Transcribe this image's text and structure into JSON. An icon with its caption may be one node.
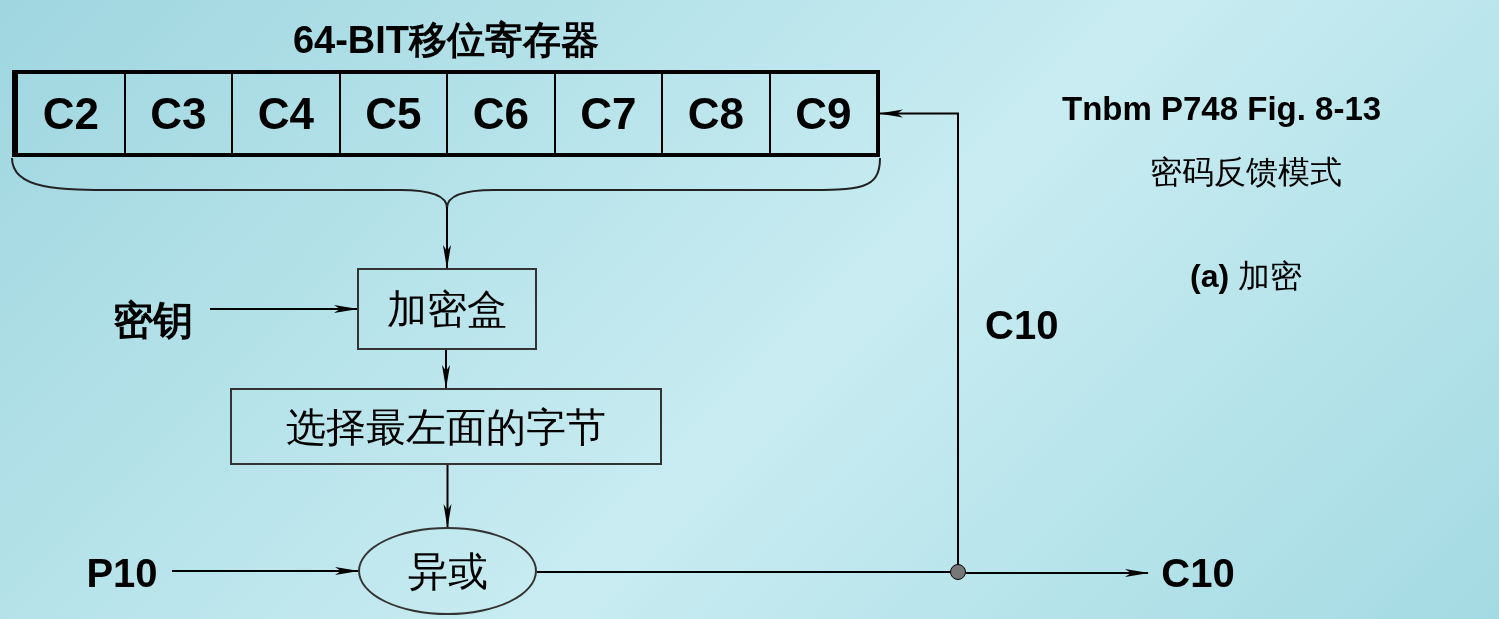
{
  "diagram": {
    "nodes": [
      {
        "text": [
          "64-BIT移位寄存器"
        ]
      },
      {
        "text": [
          "C2"
        ],
        "in": 0
      },
      {
        "text": [
          "C3"
        ],
        "in": 0
      },
      {
        "text": [
          "C4"
        ],
        "in": 0
      },
      {
        "text": [
          "C5"
        ],
        "in": 0
      },
      {
        "text": [
          "C6"
        ],
        "in": 0
      },
      {
        "text": [
          "C7"
        ],
        "in": 0
      },
      {
        "text": [
          "C8"
        ],
        "in": 0
      },
      {
        "text": [
          "C9"
        ],
        "in": 0
      },
      {
        "text": [
          "加密盒"
        ]
      },
      {
        "text": [
          "选择最左面的字节"
        ]
      },
      {
        "text": [
          "异或"
        ]
      },
      {
        "text": [
          "密钥"
        ]
      },
      {
        "text": [
          "P10"
        ]
      },
      {
        "text": [
          "C10"
        ]
      },
      {
        "text": [],
        "shape": "circle"
      }
    ],
    "edges": [
      {
        "from": 0,
        "to": 9,
        "arrow": "to"
      },
      {
        "from": 12,
        "to": 9,
        "arrow": "to"
      },
      {
        "from": 9,
        "to": 10,
        "arrow": "to"
      },
      {
        "from": 10,
        "to": 11,
        "arrow": "to"
      },
      {
        "from": 13,
        "to": 11,
        "arrow": "to"
      },
      {
        "from": 11,
        "to": 15,
        "arrow": "none"
      },
      {
        "from": 15,
        "to": 14,
        "arrow": "to"
      },
      {
        "from": 15,
        "to": 0,
        "arrow": "to",
        "label": "C10"
      }
    ],
    "labels": [
      "Tnbm P748  Fig. 8-13",
      "密码反馈模式",
      "**(a)** 加密"
    ]
  }
}
